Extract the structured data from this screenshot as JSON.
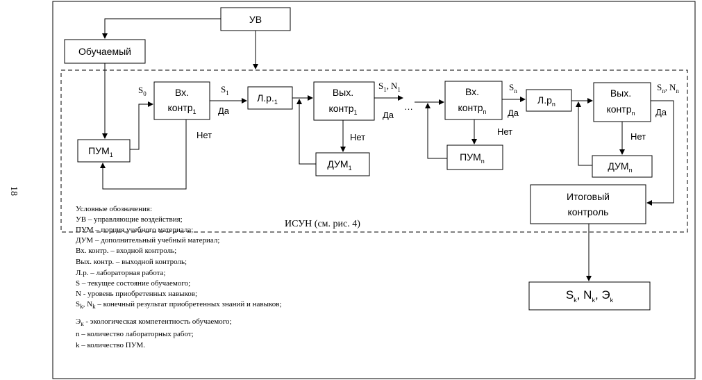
{
  "page_number": "18",
  "boxes": {
    "uv": "УВ",
    "learner": "Обучаемый",
    "pum1": {
      "main": "ПУМ",
      "sub": "1"
    },
    "vx1": {
      "line1": "Вх.",
      "line2": "контр",
      "sub": "1"
    },
    "lr1": {
      "main": "Л.р.",
      "sub": "1"
    },
    "vyx1": {
      "line1": "Вых.",
      "line2": "контр",
      "sub": "1"
    },
    "dum1": {
      "main": "ДУМ",
      "sub": "1"
    },
    "vxn": {
      "line1": "Вх.",
      "line2": "контр",
      "sub": "n"
    },
    "pumn": {
      "main": "ПУМ",
      "sub": "n"
    },
    "lrn": {
      "main": "Л.р",
      "sub": "n"
    },
    "vyxn": {
      "line1": "Вых.",
      "line2": "контр",
      "sub": "n"
    },
    "dumn": {
      "main": "ДУМ",
      "sub": "n"
    },
    "final": {
      "line1": "Итоговый",
      "line2": "контроль"
    },
    "result": {
      "s": "S",
      "n": "N",
      "e": "Э",
      "sub": "k"
    }
  },
  "labels": {
    "s": "S",
    "n": "N",
    "sub0": "0",
    "sub1": "1",
    "subn": "n",
    "comma": ",",
    "yes": "Да",
    "no": "Нет",
    "ellipsis": "…",
    "isun": "ИСУН (см. рис. 4)"
  },
  "legend": [
    "Условные обозначения:",
    "УВ – управляющие воздействия;",
    "ПУМ – порция учебного материала;",
    "ДУМ – дополнительный учебный материал;",
    "Вх. контр. – входной контроль;",
    "Вых. контр. – выходной контроль;",
    "Л.р. – лабораторная работа;",
    "S – текущее состояние обучаемого;",
    "N - уровень приобретенных навыков;"
  ],
  "legend_sk": {
    "s": "S",
    "n": "N",
    "sub": "k",
    "rest": " – конечный результат приобретенных знаний и навыков;"
  },
  "legend_ek": {
    "e": "Э",
    "sub": "к",
    "rest": " - экологическая компетентность обучаемого;"
  },
  "legend_tail": [
    "n – количество лабораторных работ;",
    "k – количество ПУМ."
  ]
}
